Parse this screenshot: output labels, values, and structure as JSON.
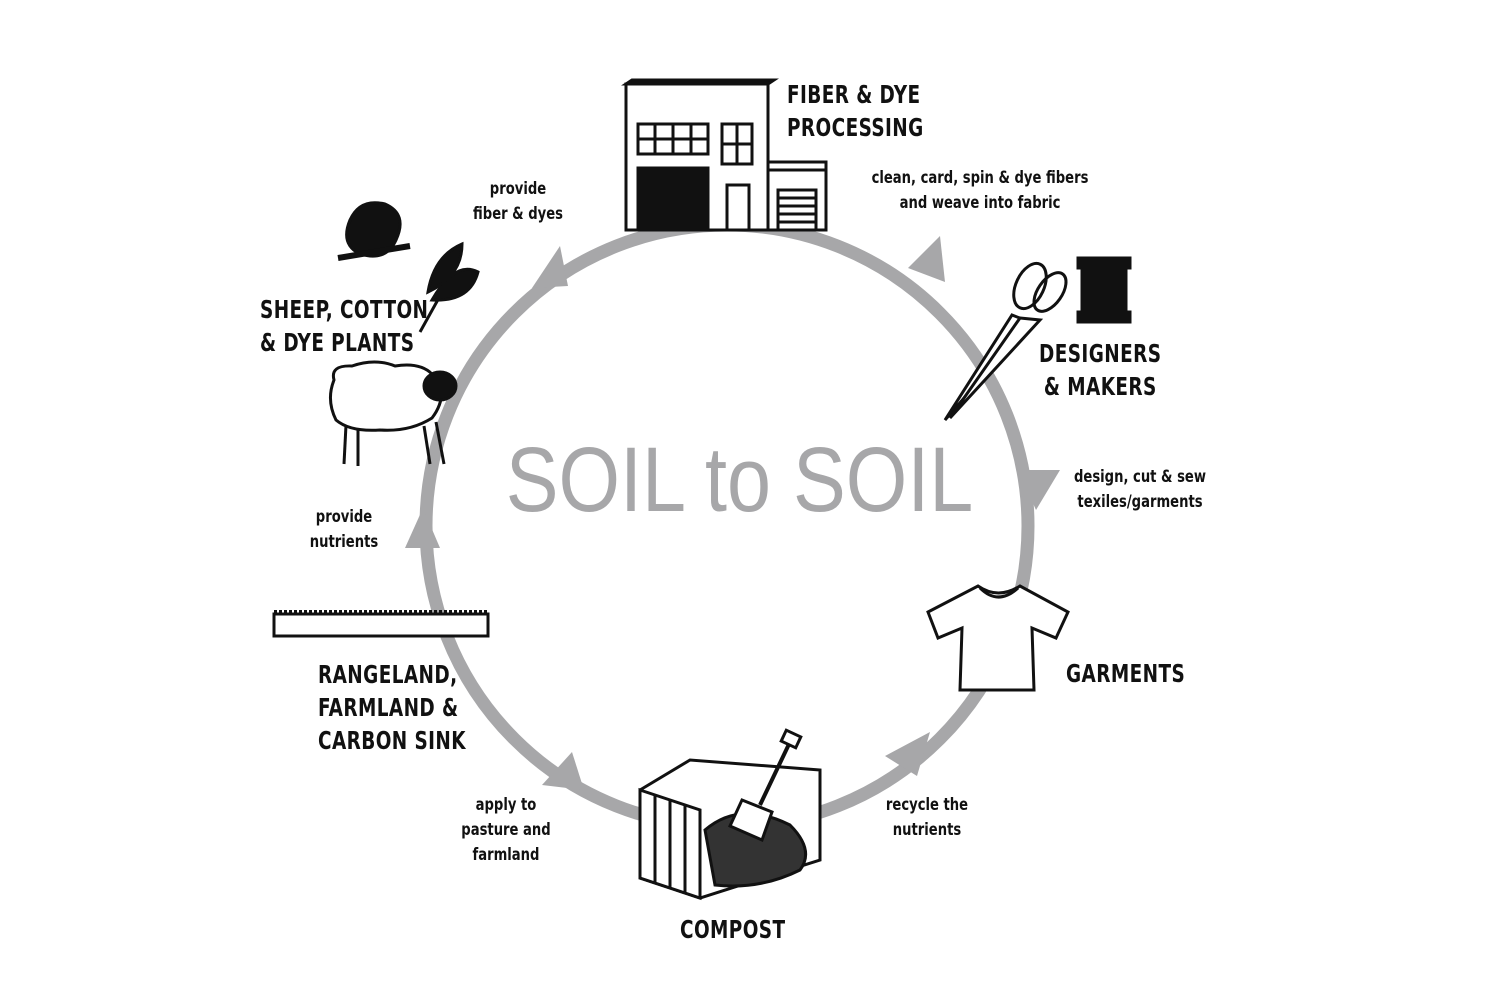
{
  "diagram": {
    "center_title": "SOIL to SOIL",
    "stages": [
      {
        "id": "fiber",
        "lines": [
          "FIBER & DYE",
          "PROCESSING"
        ],
        "icon": "factory-building-icon"
      },
      {
        "id": "designers",
        "lines": [
          "DESIGNERS",
          "& MAKERS"
        ],
        "icon": "scissors-and-thread-spool-icon"
      },
      {
        "id": "garments",
        "lines": [
          "GARMENTS"
        ],
        "icon": "t-shirt-icon"
      },
      {
        "id": "compost",
        "lines": [
          "COMPOST"
        ],
        "icon": "compost-bin-with-shovel-icon"
      },
      {
        "id": "rangeland",
        "lines": [
          "RANGELAND,",
          "FARMLAND &",
          "CARBON SINK"
        ],
        "icon": "soil-strip-icon"
      },
      {
        "id": "sheep",
        "lines": [
          "SHEEP, COTTON",
          "& DYE PLANTS"
        ],
        "icon": "sheep-flower-leaf-icon"
      }
    ],
    "steps": [
      {
        "id": "to-designers",
        "lines": [
          "clean, card, spin & dye fibers",
          "and weave into fabric"
        ]
      },
      {
        "id": "to-garments",
        "lines": [
          "design, cut & sew",
          "texiles/garments"
        ]
      },
      {
        "id": "to-compost",
        "lines": [
          "recycle the",
          "nutrients"
        ]
      },
      {
        "id": "to-rangeland",
        "lines": [
          "apply to",
          "pasture and",
          "farmland"
        ]
      },
      {
        "id": "to-sheep",
        "lines": [
          "provide",
          "nutrients"
        ]
      },
      {
        "id": "to-fiber",
        "lines": [
          "provide",
          "fiber & dyes"
        ]
      }
    ],
    "colors": {
      "cycle": "#a7a7a9",
      "ink": "#111111",
      "background": "#ffffff"
    }
  }
}
